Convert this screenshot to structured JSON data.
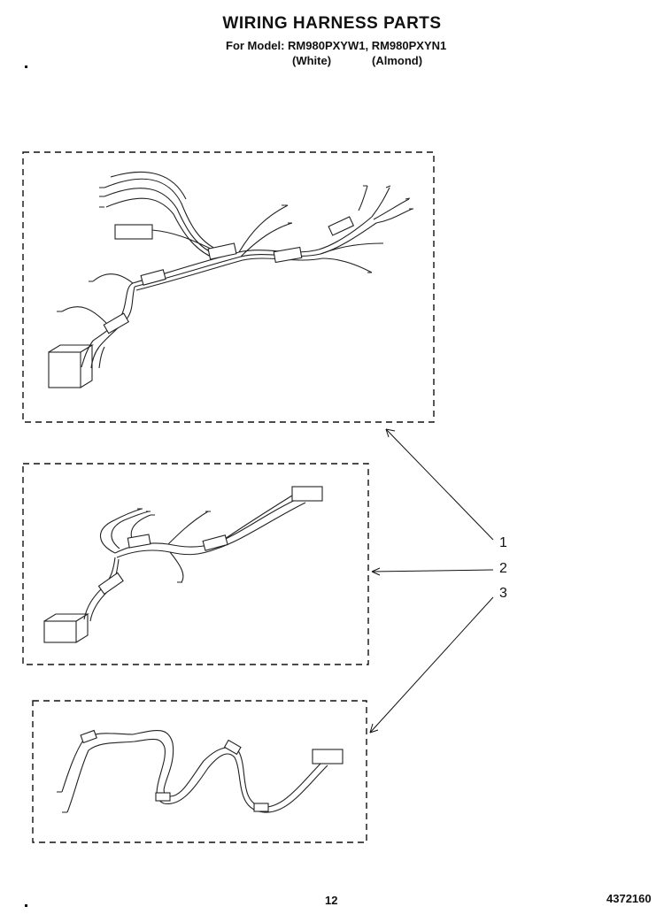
{
  "header": {
    "title": "WIRING HARNESS PARTS",
    "model_line": "For Model: RM980PXYW1, RM980PXYN1",
    "color_1": "(White)",
    "color_2": "(Almond)"
  },
  "callouts": [
    "1",
    "2",
    "3"
  ],
  "footer": {
    "page_number": "12",
    "doc_number": "4372160"
  }
}
